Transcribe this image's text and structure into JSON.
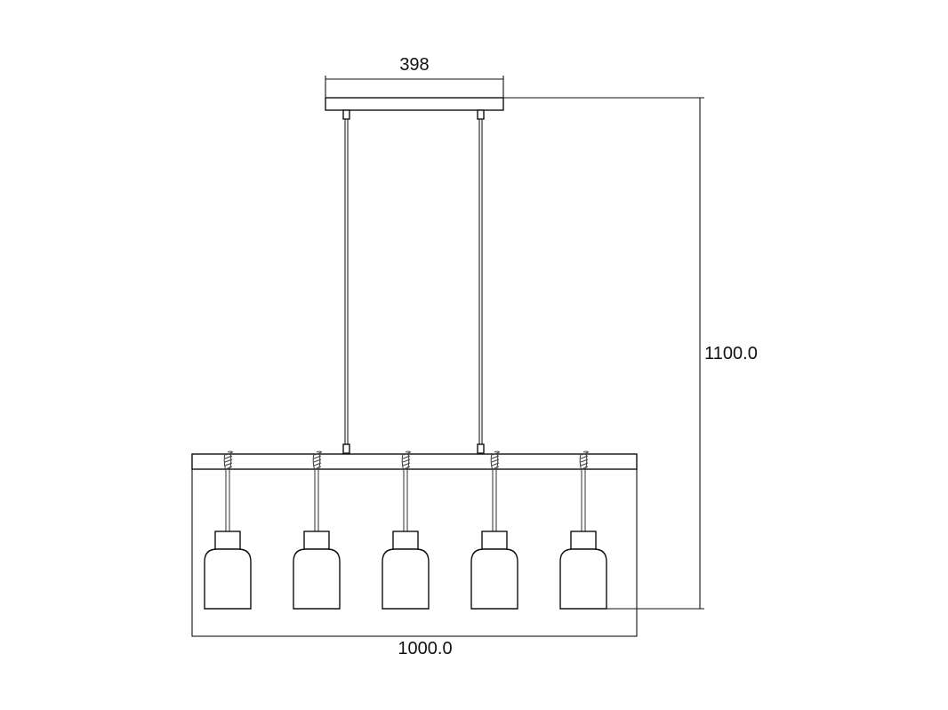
{
  "dimensions": {
    "canopy_width": "398",
    "overall_height": "1100.0",
    "overall_width": "1000.0"
  },
  "fixture": {
    "pendant_count": 5
  },
  "colors": {
    "line": "#111111",
    "background": "#ffffff"
  }
}
